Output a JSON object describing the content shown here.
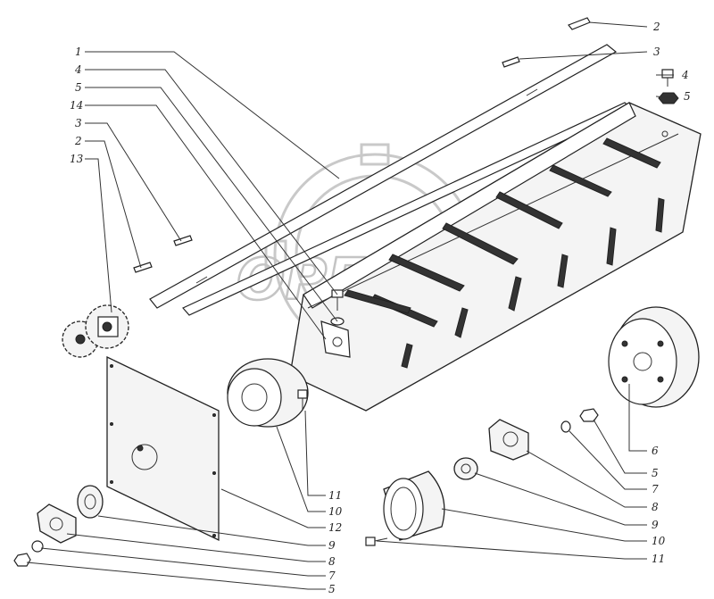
{
  "diagram": {
    "watermark_text": "OPEX",
    "callouts": [
      {
        "id": "c1",
        "label": "1"
      },
      {
        "id": "c2",
        "label": "4"
      },
      {
        "id": "c3",
        "label": "5"
      },
      {
        "id": "c4",
        "label": "14"
      },
      {
        "id": "c5",
        "label": "3"
      },
      {
        "id": "c6",
        "label": "2"
      },
      {
        "id": "c7",
        "label": "13"
      },
      {
        "id": "c8",
        "label": "2"
      },
      {
        "id": "c9",
        "label": "3"
      },
      {
        "id": "c10",
        "label": "4"
      },
      {
        "id": "c11",
        "label": "5"
      },
      {
        "id": "c12",
        "label": "6"
      },
      {
        "id": "c13",
        "label": "5"
      },
      {
        "id": "c14",
        "label": "7"
      },
      {
        "id": "c15",
        "label": "8"
      },
      {
        "id": "c16",
        "label": "9"
      },
      {
        "id": "c17",
        "label": "10"
      },
      {
        "id": "c18",
        "label": "11"
      },
      {
        "id": "c19",
        "label": "11"
      },
      {
        "id": "c20",
        "label": "10"
      },
      {
        "id": "c21",
        "label": "12"
      },
      {
        "id": "c22",
        "label": "9"
      },
      {
        "id": "c23",
        "label": "8"
      },
      {
        "id": "c24",
        "label": "7"
      },
      {
        "id": "c25",
        "label": "5"
      }
    ]
  }
}
